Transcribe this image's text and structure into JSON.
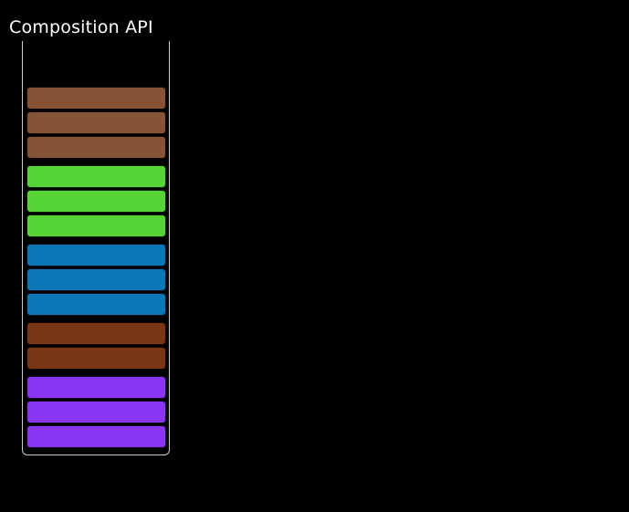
{
  "page": {
    "background": "#000000",
    "title": "Composition API",
    "title_color": "#ffffff"
  },
  "stack": {
    "container_border_color": "#cccccc",
    "container_shape": "open-top column with rounded bottom corners",
    "total_bars": 14,
    "groups": [
      {
        "name": "sienna-brown",
        "color": "#865434",
        "count": 3
      },
      {
        "name": "green",
        "color": "#56d336",
        "count": 3
      },
      {
        "name": "blue",
        "color": "#0b76b8",
        "count": 3
      },
      {
        "name": "rust-brown",
        "color": "#7a3517",
        "count": 2
      },
      {
        "name": "purple",
        "color": "#8836f2",
        "count": 3
      }
    ]
  }
}
